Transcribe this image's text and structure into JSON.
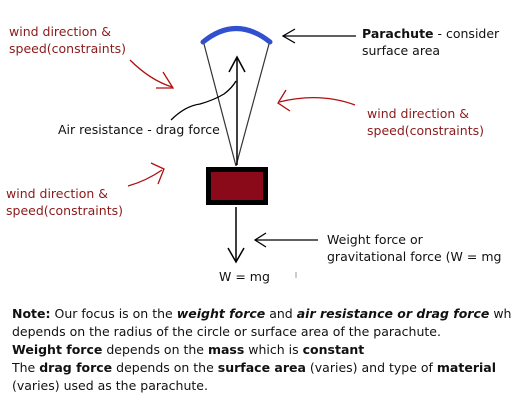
{
  "labels": {
    "wind_top_left": [
      "wind direction &",
      "speed(constraints)"
    ],
    "wind_right": [
      "wind direction &",
      "speed(constraints)"
    ],
    "wind_bottom_left": [
      "wind direction &",
      "speed(constraints)"
    ],
    "parachute_bold": "Parachute",
    "parachute_rest": " - consider",
    "parachute_line2": "surface area",
    "air_resistance": "Air resistance - drag force",
    "weight_force": [
      "Weight force or",
      "gravitational force (W = mg"
    ],
    "w_equals": "W = mg"
  },
  "note": {
    "line1": [
      {
        "t": "Note:",
        "s": "b"
      },
      {
        "t": " Our focus is on the ",
        "s": ""
      },
      {
        "t": "weight force",
        "s": "bi"
      },
      {
        "t": " and ",
        "s": ""
      },
      {
        "t": "air resistance or drag force",
        "s": "bi"
      },
      {
        "t": " which",
        "s": ""
      }
    ],
    "line2": [
      {
        "t": "depends on the radius of the circle or surface area of the parachute.",
        "s": ""
      }
    ],
    "line3": [
      {
        "t": "Weight force",
        "s": "b"
      },
      {
        "t": " depends on the ",
        "s": ""
      },
      {
        "t": "mass",
        "s": "b"
      },
      {
        "t": " which is ",
        "s": ""
      },
      {
        "t": "constant",
        "s": "b"
      }
    ],
    "line4": [
      {
        "t": "The ",
        "s": ""
      },
      {
        "t": "drag force",
        "s": "b"
      },
      {
        "t": " depends on the ",
        "s": ""
      },
      {
        "t": "surface area",
        "s": "b"
      },
      {
        "t": " (varies) and type of ",
        "s": ""
      },
      {
        "t": "material",
        "s": "b"
      }
    ],
    "line5": [
      {
        "t": "(varies) used as the parachute.",
        "s": ""
      }
    ]
  },
  "colors": {
    "parachute_canopy": "#3050d0",
    "box_fill": "#8b0a1a",
    "box_border": "#000000",
    "wind_text": "#8b1a1a",
    "wind_arrow": "#b01010",
    "line": "#000000"
  }
}
